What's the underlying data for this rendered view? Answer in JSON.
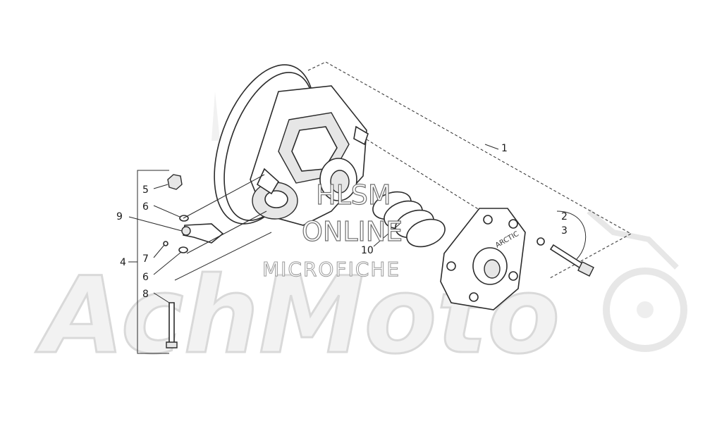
{
  "diagram": {
    "callouts": [
      {
        "id": "c1",
        "label": "1"
      },
      {
        "id": "c2",
        "label": "2"
      },
      {
        "id": "c3",
        "label": "3"
      },
      {
        "id": "c4",
        "label": "4"
      },
      {
        "id": "c5",
        "label": "5"
      },
      {
        "id": "c6a",
        "label": "6"
      },
      {
        "id": "c6b",
        "label": "6"
      },
      {
        "id": "c7",
        "label": "7"
      },
      {
        "id": "c8",
        "label": "8"
      },
      {
        "id": "c9",
        "label": "9"
      },
      {
        "id": "c10",
        "label": "10"
      }
    ],
    "watermark": {
      "line1": "HLSM",
      "line2": "ONLINE",
      "line3": "MICROFICHE"
    },
    "background_brand": "AchMoto",
    "cover_text": "ARCTIC"
  }
}
